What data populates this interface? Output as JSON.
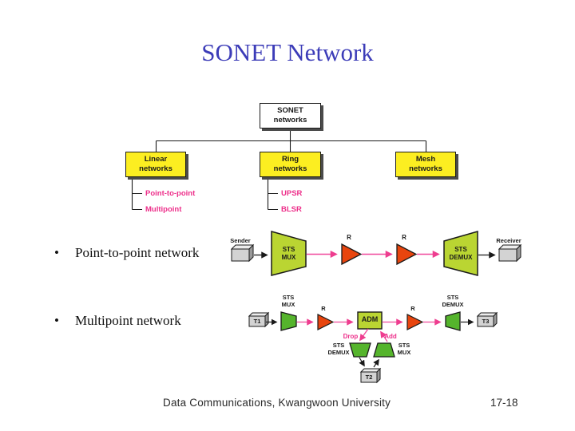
{
  "title": "SONET Network",
  "tree": {
    "root": "SONET\nnetworks",
    "children": [
      "Linear\nnetworks",
      "Ring\nnetworks",
      "Mesh\nnetworks"
    ],
    "linear_leaves": [
      "Point-to-point",
      "Multipoint"
    ],
    "ring_leaves": [
      "UPSR",
      "BLSR"
    ]
  },
  "bullets": {
    "bullet_char": "•",
    "items": [
      "Point-to-point network",
      "Multipoint network"
    ]
  },
  "p2p": {
    "sender": "Sender",
    "receiver": "Receiver",
    "mux": "STS\nMUX",
    "demux": "STS\nDEMUX",
    "repeater": "R"
  },
  "multipoint": {
    "mux_top_label": "STS\nMUX",
    "demux_top_label": "STS\nDEMUX",
    "t1": "T1",
    "t2": "T2",
    "t3": "T3",
    "adm": "ADM",
    "repeater": "R",
    "drop": "Drop",
    "add": "Add",
    "drop_demux_label": "STS\nDEMUX",
    "add_mux_label": "STS\nMUX"
  },
  "footer": {
    "text": "Data Communications, Kwangwoon University",
    "page": "17-18"
  },
  "colors": {
    "title_blue": "#3c3cb8",
    "box_yellow": "#fcee21",
    "trapezoid_chartreuse": "#bad532",
    "trapezoid_green": "#55b42c",
    "repeater_red": "#e8450e",
    "link_pink": "#f0479a",
    "label_pink": "#ed2f8a"
  }
}
